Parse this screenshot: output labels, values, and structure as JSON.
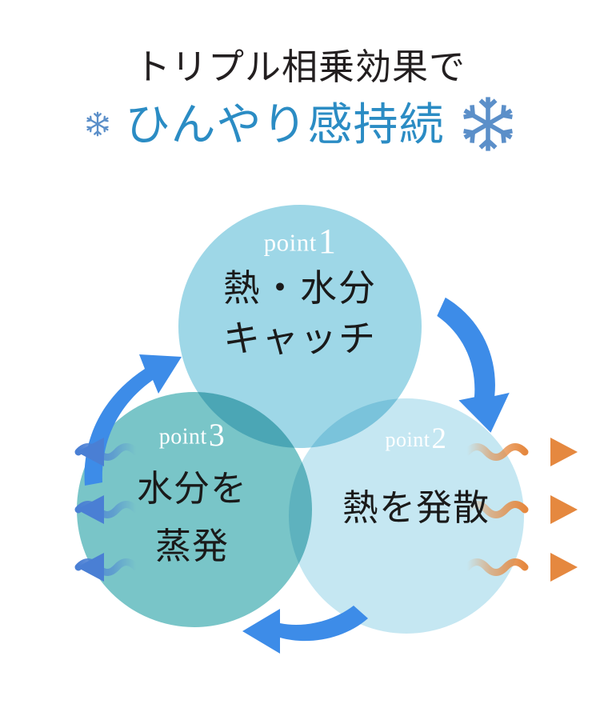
{
  "heading": {
    "line1": "トリプル相乗効果で",
    "line2": "ひんやり感持続",
    "snowflake_left": "snowflake-icon",
    "snowflake_right": "snowflake-icon",
    "text_color_line1": "#231f20",
    "text_color_line2": "#2b8cc4",
    "snowflake_color": "#5b8fc9"
  },
  "diagram": {
    "type": "cycle",
    "points": [
      {
        "id": "point1",
        "tag_prefix": "point",
        "tag_number": "1",
        "body_line1": "熱・水分",
        "body_line2": "キャッチ",
        "circle_color": "#9ed7e7",
        "position": "top-center"
      },
      {
        "id": "point3",
        "tag_prefix": "point",
        "tag_number": "3",
        "body_line1": "水分を",
        "body_line2": "蒸発",
        "circle_color": "#79c5c8",
        "position": "bottom-left"
      },
      {
        "id": "point2",
        "tag_prefix": "point",
        "tag_number": "2",
        "body_line1": "熱を発散",
        "body_line2": "",
        "circle_color": "#c5e7f2",
        "position": "bottom-right"
      }
    ],
    "cycle_arrows": [
      {
        "id": "arrow-left-up",
        "direction": "up-right",
        "color": "#3d8ce8"
      },
      {
        "id": "arrow-right-down",
        "direction": "down",
        "color": "#3d8ce8"
      },
      {
        "id": "arrow-bottom-left",
        "direction": "left",
        "color": "#3d8ce8"
      }
    ],
    "emission_arrows": {
      "left": {
        "count": 3,
        "direction": "left",
        "color": "#4a7fd4",
        "meaning": "moisture-evaporation"
      },
      "right": {
        "count": 3,
        "direction": "right",
        "color": "#e5883f",
        "meaning": "heat-release"
      }
    }
  }
}
